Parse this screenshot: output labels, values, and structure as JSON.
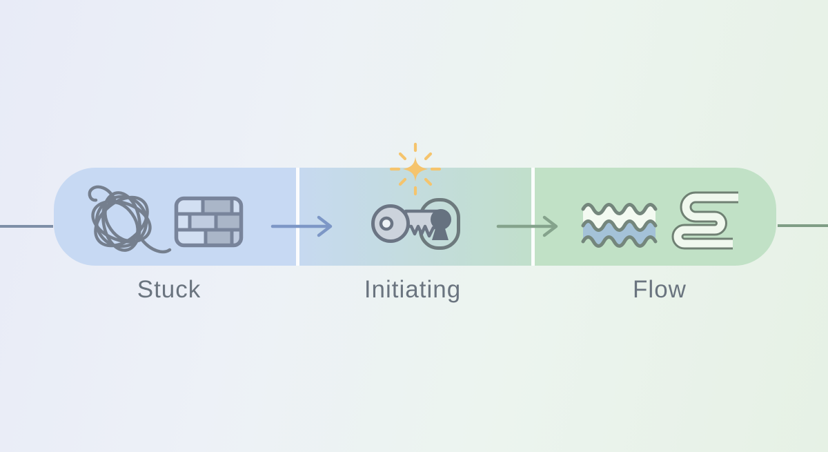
{
  "diagram": {
    "type": "process-flow",
    "stages": [
      {
        "label": "Stuck",
        "icons": [
          "tangle-icon",
          "brick-wall-icon"
        ]
      },
      {
        "label": "Initiating",
        "icons": [
          "key-unlock-icon"
        ],
        "decoration": "sparkle-icon"
      },
      {
        "label": "Flow",
        "icons": [
          "waves-icon",
          "s-curve-river-icon"
        ]
      }
    ],
    "connectors": [
      "entry-line",
      "arrow-right-blue",
      "arrow-right-green",
      "exit-line"
    ],
    "colors": {
      "background_left": "#e8ebf7",
      "background_right": "#e6f1e5",
      "stage_stuck_bg": "#c7d9f3",
      "stage_initiating_bg_start": "#c6d9f0",
      "stage_initiating_bg_end": "#c1dfcb",
      "stage_flow_bg": "#c1e1c6",
      "separator": "#ffffff",
      "entry_line": "#7e8fa7",
      "exit_line": "#7f9d85",
      "arrow_blue": "#7d97c6",
      "arrow_green": "#85a38c",
      "icon_stroke_blue_gray": "#757f8e",
      "icon_stroke_green_gray": "#6f8073",
      "brick_fill_dark": "#aab6c8",
      "brick_fill_light": "#d2dff2",
      "key_fill": "#ccd3dc",
      "key_dark": "#667280",
      "wave_fill_blue": "#a4c2d8",
      "wave_fill_light": "#f3faf1",
      "sparkle": "#f5c46d",
      "label_text": "#6a747f"
    }
  }
}
